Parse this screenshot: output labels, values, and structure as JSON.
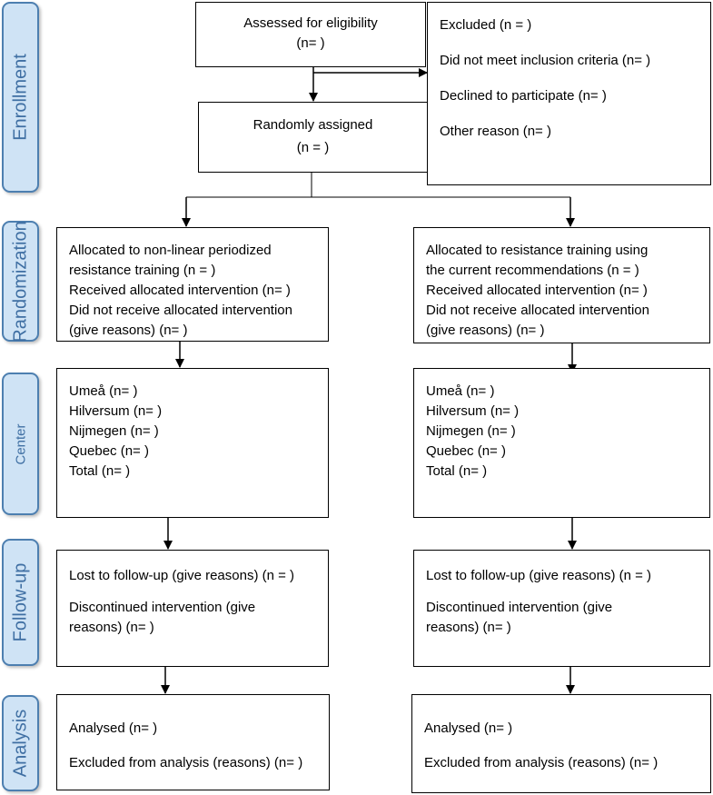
{
  "stages": {
    "enrollment": "Enrollment",
    "randomization": "Randomization",
    "center": "Center",
    "follow_up": "Follow-up",
    "analysis": "Analysis"
  },
  "assessed": {
    "title": "Assessed for eligibility",
    "n": "(n=   )"
  },
  "excluded": {
    "title": "Excluded (n =   )",
    "inclusion": "Did not meet inclusion criteria (n=  )",
    "declined": "Declined to participate (n=  )",
    "other": "Other reason (n=  )"
  },
  "randomized": {
    "title": "Randomly assigned",
    "n": "(n =   )"
  },
  "left_arm": {
    "allocation": [
      "Allocated to non-linear periodized",
      "resistance training (n =   )",
      "Received allocated intervention (n= )",
      "Did not receive allocated intervention",
      "(give reasons) (n= )"
    ],
    "centers": [
      "Umeå (n= )",
      "Hilversum (n= )",
      "Nijmegen (n= )",
      "Quebec (n= )",
      "Total (n= )"
    ],
    "follow_up": {
      "lost": "Lost to follow-up (give reasons) (n =   )",
      "discontinued": [
        "Discontinued intervention (give",
        "reasons) (n= )"
      ]
    },
    "analysis": {
      "analysed": "Analysed (n= )",
      "excluded": "Excluded from analysis (reasons) (n= )"
    }
  },
  "right_arm": {
    "allocation": [
      "Allocated to resistance training using",
      "the current recommendations (n =   )",
      "Received allocated intervention (n= )",
      "Did not receive allocated intervention",
      "(give reasons) (n= )"
    ],
    "centers": [
      "Umeå  (n= )",
      "Hilversum (n= )",
      "Nijmegen (n= )",
      "Quebec (n= )",
      "Total (n= )"
    ],
    "follow_up": {
      "lost": "Lost to follow-up (give reasons) (n =   )",
      "discontinued": [
        "Discontinued intervention (give",
        "reasons) (n= )"
      ]
    },
    "analysis": {
      "analysed": "Analysed (n= )",
      "excluded": "Excluded from analysis (reasons) (n= )"
    }
  },
  "colors": {
    "stage_fill": "#cfe3f5",
    "stage_border": "#4d7fb0",
    "stage_text": "#3f6fa3",
    "box_border": "#000000",
    "connector": "#000000"
  }
}
